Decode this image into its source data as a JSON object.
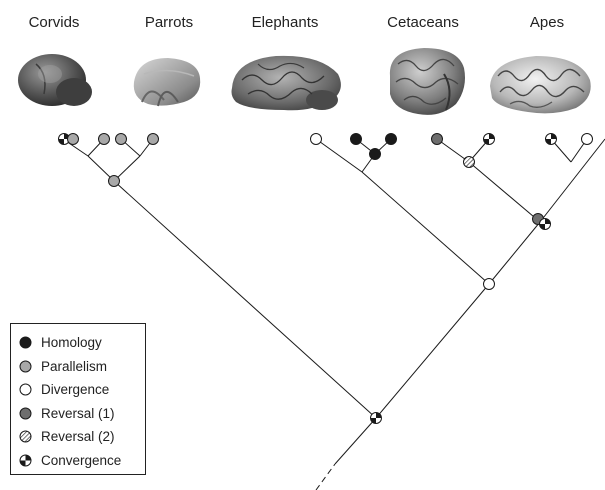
{
  "taxa": [
    {
      "label": "Corvids",
      "brain_icon": "corvid-brain-icon"
    },
    {
      "label": "Parrots",
      "brain_icon": "parrot-brain-icon"
    },
    {
      "label": "Elephants",
      "brain_icon": "elephant-brain-icon"
    },
    {
      "label": "Cetaceans",
      "brain_icon": "cetacean-brain-icon"
    },
    {
      "label": "Apes",
      "brain_icon": "ape-brain-icon"
    }
  ],
  "legend": [
    {
      "label": "Homology",
      "marker": "homology-marker-icon"
    },
    {
      "label": "Parallelism",
      "marker": "parallelism-marker-icon"
    },
    {
      "label": "Divergence",
      "marker": "divergence-marker-icon"
    },
    {
      "label": "Reversal (1)",
      "marker": "reversal-1-marker-icon"
    },
    {
      "label": "Reversal (2)",
      "marker": "reversal-2-marker-icon"
    },
    {
      "label": "Convergence",
      "marker": "convergence-marker-icon"
    }
  ],
  "colors": {
    "homology": "#1a1a1a",
    "parallelism": "#a8a8a8",
    "divergence": "#ffffff",
    "reversal_1": "#6e6e6e",
    "line": "#1a1a1a"
  }
}
